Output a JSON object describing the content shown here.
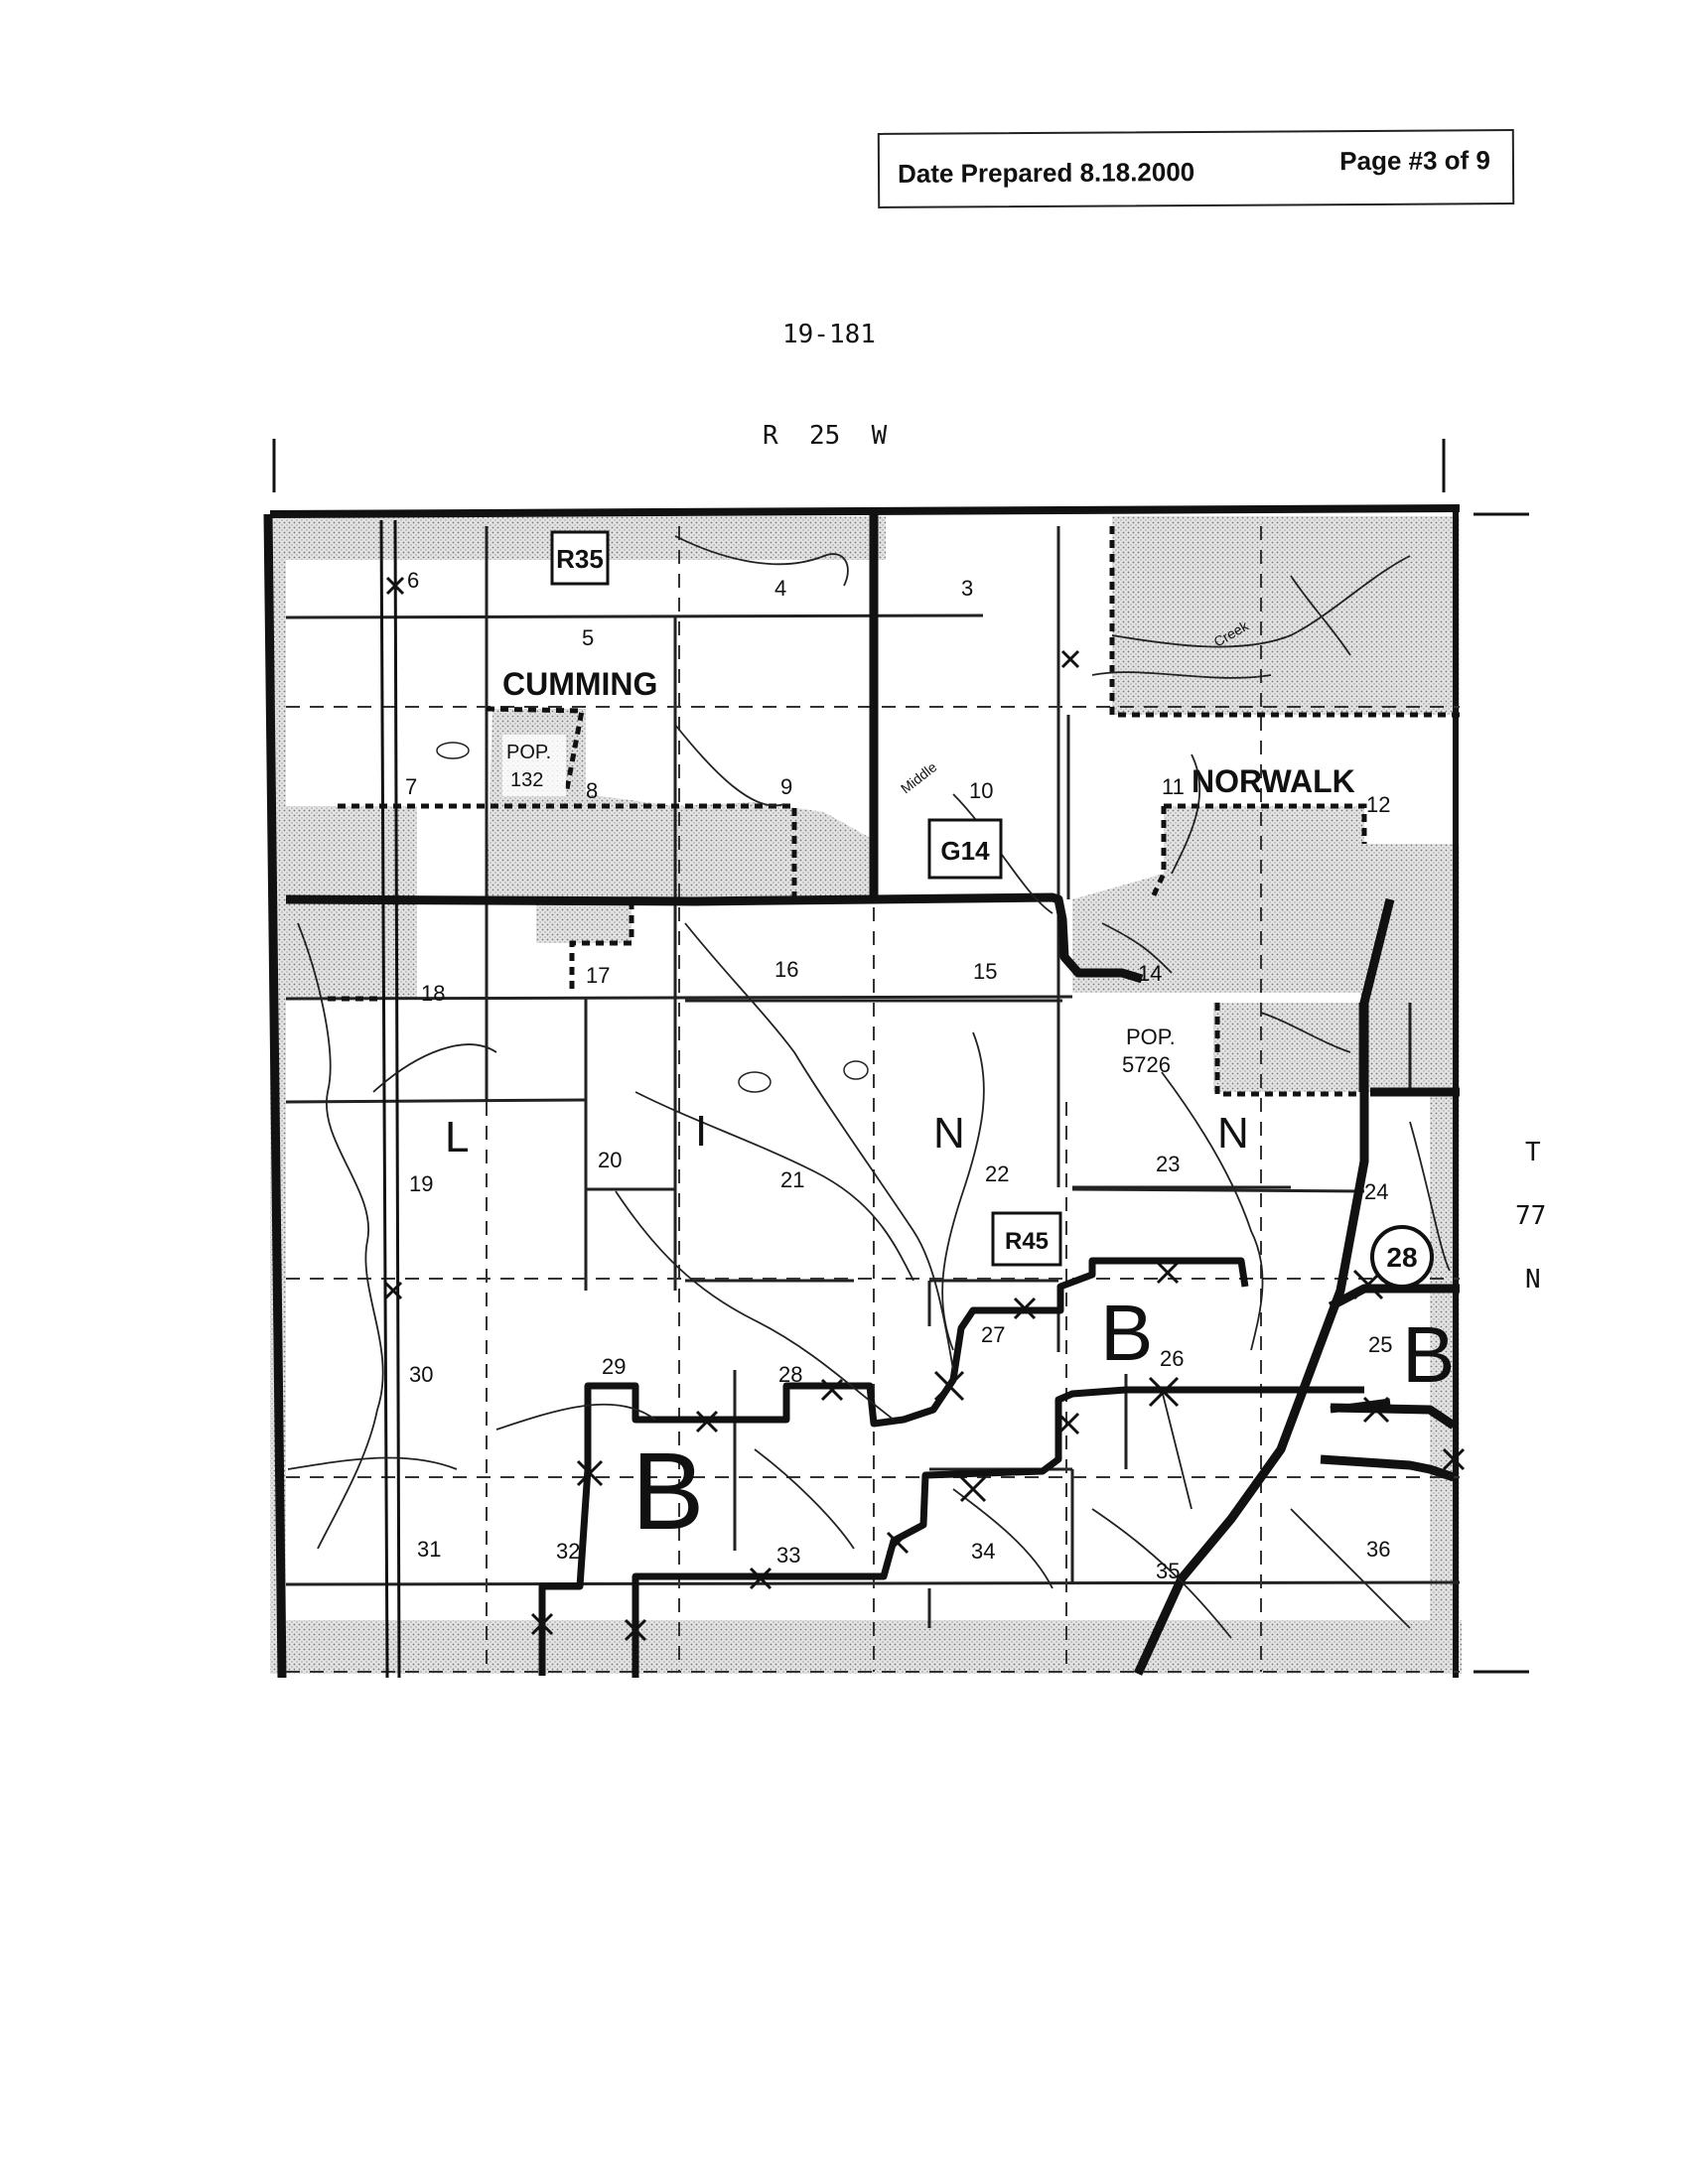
{
  "header": {
    "date_prepared": "Date Prepared 8.18.2000",
    "page": "Page #3 of 9"
  },
  "map_id": "19-181",
  "range_label": "R  25  W",
  "township_label": [
    "T",
    "77",
    "N"
  ],
  "towns": {
    "cumming": "CUMMING",
    "norwalk": "NORWALK"
  },
  "population_labels": {
    "cumming_pop": [
      "POP.",
      "132"
    ],
    "norwalk_pop": [
      "POP.",
      "5726"
    ]
  },
  "road_shields": {
    "r35": "R35",
    "g14": "G14",
    "r45": "R45",
    "hwy28": "28"
  },
  "district_letters": [
    "L",
    "I",
    "N",
    "N",
    "B",
    "B",
    "B"
  ],
  "creek_labels": [
    "Middle",
    "Creek"
  ],
  "sections": [
    "6",
    "5",
    "4",
    "3",
    "7",
    "8",
    "9",
    "10",
    "11",
    "12",
    "18",
    "17",
    "16",
    "15",
    "14",
    "19",
    "20",
    "21",
    "22",
    "23",
    "24",
    "30",
    "29",
    "28",
    "27",
    "26",
    "25",
    "31",
    "32",
    "33",
    "34",
    "35",
    "36"
  ]
}
